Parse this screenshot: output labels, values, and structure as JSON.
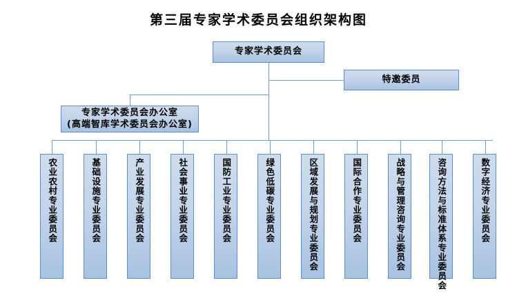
{
  "title": "第三届专家学术委员会组织架构图",
  "colors": {
    "box_border": "#5b8ec4",
    "box_fill_top": "#cfdced",
    "box_fill_bottom": "#a8c2e0",
    "connector": "#6f9bd1",
    "text": "#000000",
    "background": "#ffffff"
  },
  "nodes": {
    "root": {
      "label": "专家学术委员会"
    },
    "invited": {
      "label": "特邀委员"
    },
    "office": {
      "line1": "专家学术委员会办公室",
      "line2": "(高端智库学术委员会办公室)"
    }
  },
  "committees": [
    {
      "label": "农业农村专业委员会"
    },
    {
      "label": "基础设施专业委员会"
    },
    {
      "label": "产业发展专业委员会"
    },
    {
      "label": "社会事业专业委员会"
    },
    {
      "label": "国防工业专业委员会"
    },
    {
      "label": "绿色低碳专业委员会"
    },
    {
      "label": "区域发展与规划专业委员会"
    },
    {
      "label": "国际合作专业委员会"
    },
    {
      "label": "战略与管理咨询专业委员会"
    },
    {
      "label": "咨询方法与标准体系专业委员会"
    },
    {
      "label": "数字经济专业委员会"
    }
  ]
}
